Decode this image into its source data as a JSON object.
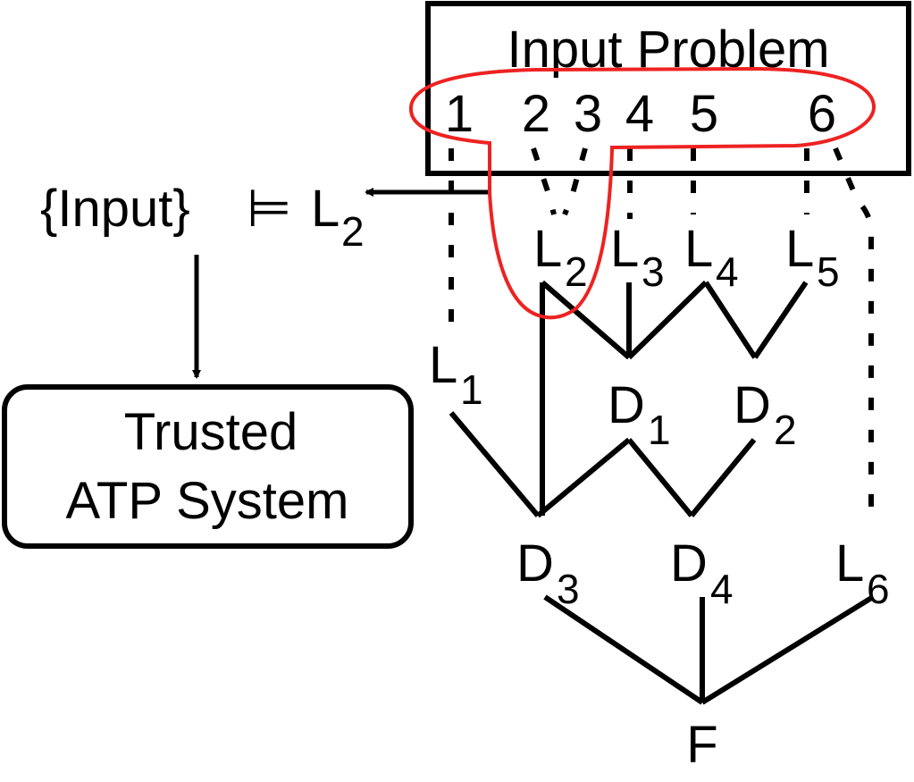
{
  "diagram": {
    "input_problem": {
      "title": "Input Problem",
      "formulas": [
        "1",
        "2",
        "3",
        "4",
        "5",
        "6"
      ]
    },
    "entailment": {
      "lhs": "{Input}",
      "symbol": "⊨",
      "rhs_main": "L",
      "rhs_sub": "2"
    },
    "trusted_system": {
      "line1": "Trusted",
      "line2": "ATP System"
    },
    "nodes": [
      {
        "id": "L1",
        "main": "L",
        "sub": "1"
      },
      {
        "id": "L2",
        "main": "L",
        "sub": "2"
      },
      {
        "id": "L3",
        "main": "L",
        "sub": "3"
      },
      {
        "id": "L4",
        "main": "L",
        "sub": "4"
      },
      {
        "id": "L5",
        "main": "L",
        "sub": "5"
      },
      {
        "id": "L6",
        "main": "L",
        "sub": "6"
      },
      {
        "id": "D1",
        "main": "D",
        "sub": "1"
      },
      {
        "id": "D2",
        "main": "D",
        "sub": "2"
      },
      {
        "id": "D3",
        "main": "D",
        "sub": "3"
      },
      {
        "id": "D4",
        "main": "D",
        "sub": "4"
      },
      {
        "id": "F",
        "main": "F",
        "sub": ""
      }
    ],
    "edges": [
      {
        "from": "L2",
        "to": "D1"
      },
      {
        "from": "L3",
        "to": "D1"
      },
      {
        "from": "L4",
        "to": "D1"
      },
      {
        "from": "L4",
        "to": "D2"
      },
      {
        "from": "L5",
        "to": "D2"
      },
      {
        "from": "L1",
        "to": "D3"
      },
      {
        "from": "L2",
        "to": "D3"
      },
      {
        "from": "D1",
        "to": "D3"
      },
      {
        "from": "D1",
        "to": "D4"
      },
      {
        "from": "D2",
        "to": "D4"
      },
      {
        "from": "D3",
        "to": "F"
      },
      {
        "from": "D4",
        "to": "F"
      },
      {
        "from": "L6",
        "to": "F"
      }
    ],
    "leaf_links": [
      {
        "from": "1",
        "to": "L1"
      },
      {
        "from": "2",
        "to": "L2"
      },
      {
        "from": "3",
        "to": "L2"
      },
      {
        "from": "4",
        "to": "L3"
      },
      {
        "from": "5",
        "to": "L4"
      },
      {
        "from": "6",
        "to": "L5"
      },
      {
        "from": "6",
        "to": "L6"
      }
    ],
    "highlight_color": "#ee2222",
    "line_color": "#000000"
  }
}
